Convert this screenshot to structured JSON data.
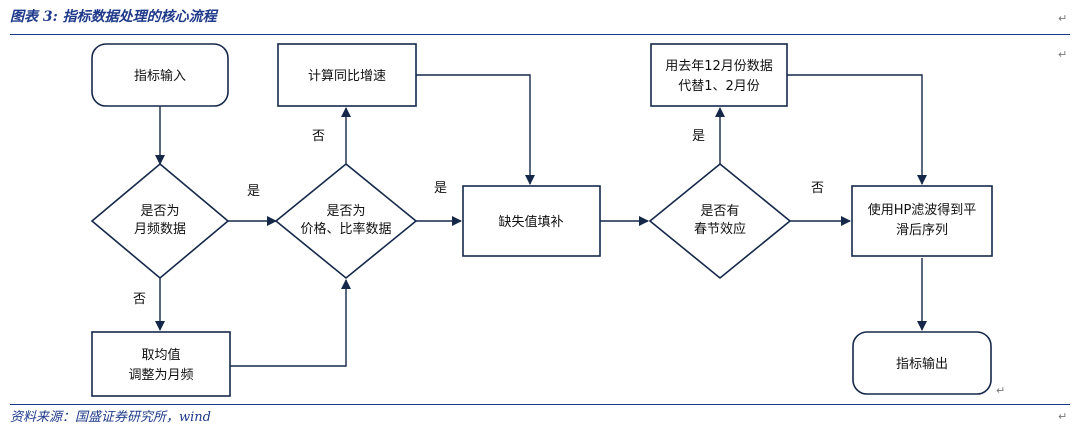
{
  "caption": "图表 3:  指标数据处理的核心流程",
  "source": "资料来源：国盛证券研究所，wind",
  "nodes": {
    "input": [
      "指标输入"
    ],
    "monthly_q": [
      "是否为",
      "月频数据"
    ],
    "avg": [
      "取均值",
      "调整为月频"
    ],
    "price_q": [
      "是否为",
      "价格、比率数据"
    ],
    "yoy": [
      "计算同比增速"
    ],
    "fill": [
      "缺失值填补"
    ],
    "spring_q": [
      "是否有",
      "春节效应"
    ],
    "dec": [
      "用去年12月份数据",
      "代替1、2月份"
    ],
    "hp": [
      "使用HP滤波得到平",
      "滑后序列"
    ],
    "output": [
      "指标输出"
    ]
  },
  "edge_labels": {
    "yes": "是",
    "no": "否"
  }
}
